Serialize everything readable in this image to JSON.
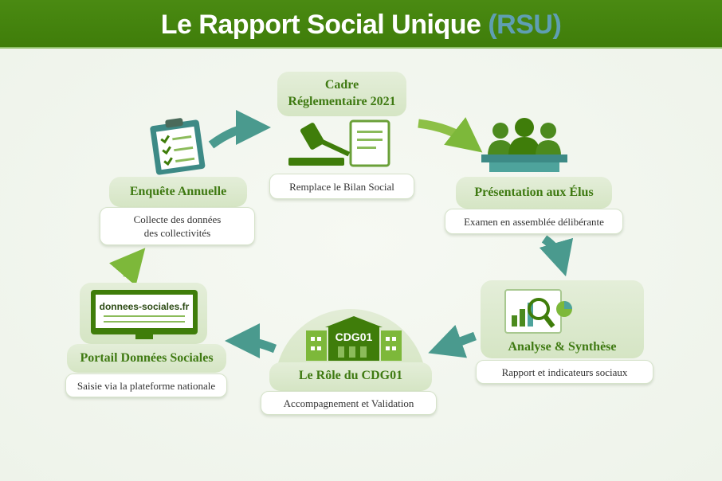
{
  "header": {
    "title": "Le Rapport Social Unique",
    "acronym": "(RSU)"
  },
  "steps": [
    {
      "title_line1": "Cadre",
      "title_line2": "Réglementaire 2021",
      "subtitle": "Remplace le Bilan Social",
      "icon": "gavel-document-icon"
    },
    {
      "title": "Présentation aux Élus",
      "subtitle": "Examen en assemblée délibérante",
      "icon": "officials-icon"
    },
    {
      "title": "Analyse & Synthèse",
      "subtitle": "Rapport et indicateurs sociaux",
      "icon": "report-magnifier-icon"
    },
    {
      "title": "Le Rôle du CDG01",
      "subtitle": "Accompagnement et Validation",
      "icon": "building-icon",
      "building_label": "CDG01"
    },
    {
      "title": "Portail Données Sociales",
      "subtitle": "Saisie via la plateforme nationale",
      "icon": "monitor-icon",
      "screen_text": "donnees-sociales.fr"
    },
    {
      "title": "Enquête Annuelle",
      "subtitle_line1": "Collecte des données",
      "subtitle_line2": "des collectivités",
      "icon": "clipboard-icon"
    }
  ],
  "colors": {
    "primary": "#3f7d0a",
    "accent": "#5f9fb3",
    "teal": "#4a9a8e"
  }
}
